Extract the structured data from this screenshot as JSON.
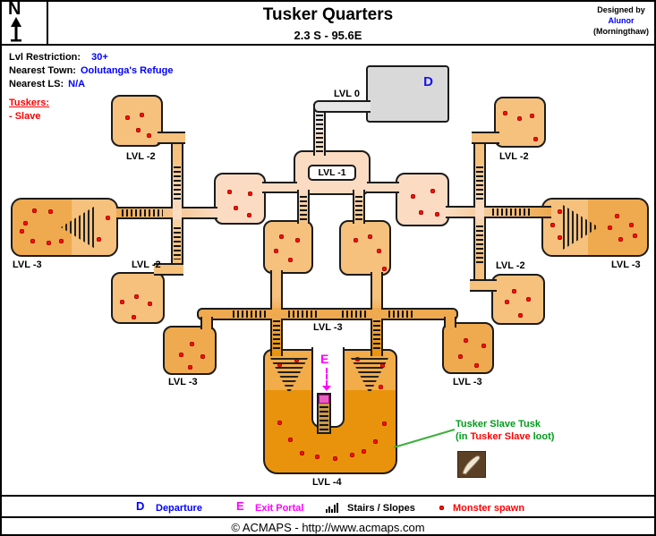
{
  "header": {
    "compass": "N",
    "title": "Tusker Quarters",
    "coordinates": "2.3 S - 95.6E",
    "designed_by": "Designed by",
    "designer": "Alunor",
    "designer_world": "(Morningthaw)"
  },
  "info": {
    "lvl_restriction_label": "Lvl Restriction:",
    "lvl_restriction_value": "30+",
    "nearest_town_label": "Nearest Town:",
    "nearest_town_value": "Oolutanga's Refuge",
    "nearest_ls_label": "Nearest LS:",
    "nearest_ls_value": "N/A",
    "tuskers_heading": "Tuskers:",
    "tuskers_item": "- Slave"
  },
  "map": {
    "labels": {
      "lvl_0": "LVL 0",
      "lvl_minus_1": "LVL -1",
      "lvl_minus_2": "LVL -2",
      "lvl_minus_3": "LVL -3",
      "lvl_minus_4": "LVL -4"
    },
    "markers": {
      "departure": "D",
      "exit_portal": "E"
    },
    "rooms": [
      {
        "name": "departure-room",
        "level": "LVL 0",
        "spawns": 0
      },
      {
        "name": "entry-loop",
        "level": "LVL -1",
        "spawns": 0
      },
      {
        "name": "west-lvl1-room",
        "level": "LVL -1",
        "spawns": 4
      },
      {
        "name": "east-lvl1-room",
        "level": "LVL -1",
        "spawns": 4
      },
      {
        "name": "northwest-lvl2-room",
        "level": "LVL -2",
        "spawns": 4
      },
      {
        "name": "northeast-lvl2-room",
        "level": "LVL -2",
        "spawns": 4
      },
      {
        "name": "west-lvl3-hall",
        "level": "LVL -3",
        "spawns": 9
      },
      {
        "name": "east-lvl3-hall",
        "level": "LVL -3",
        "spawns": 8
      },
      {
        "name": "mid-west-lvl2-room",
        "level": "LVL -2",
        "spawns": 4
      },
      {
        "name": "mid-east-lvl2-room",
        "level": "LVL -2",
        "spawns": 4
      },
      {
        "name": "central-west-room",
        "level": "LVL -2",
        "spawns": 4
      },
      {
        "name": "central-east-room",
        "level": "LVL -2",
        "spawns": 4
      },
      {
        "name": "southwest-lvl3-room",
        "level": "LVL -3",
        "spawns": 4
      },
      {
        "name": "southeast-lvl3-room",
        "level": "LVL -3",
        "spawns": 4
      },
      {
        "name": "lvl4-hall",
        "level": "LVL -4",
        "spawns": 14
      }
    ]
  },
  "annotation": {
    "line1": "Tusker Slave Tusk",
    "line2_open": "(in ",
    "line2_highlight": "Tusker Slave",
    "line2_close": " loot)",
    "icon": "tusk-icon"
  },
  "legend": {
    "departure_symbol": "D",
    "departure_label": "Departure",
    "exit_symbol": "E",
    "exit_label": "Exit Portal",
    "stairs_label": "Stairs / Slopes",
    "spawn_label": "Monster spawn"
  },
  "footer": {
    "copyright": "© ACMAPS - http://www.acmaps.com"
  },
  "colors": {
    "accent_blue": "#0000FF",
    "spawn_red": "#FF0000",
    "portal_magenta": "#FF00FF",
    "loot_green": "#009B1A",
    "lvl1_peach": "#FBDCC2",
    "lvl2_light_orange": "#F5C17D",
    "lvl3_orange": "#EFA94E",
    "lvl4_dark_orange": "#E8930B",
    "departure_gray": "#D9D9D9"
  }
}
